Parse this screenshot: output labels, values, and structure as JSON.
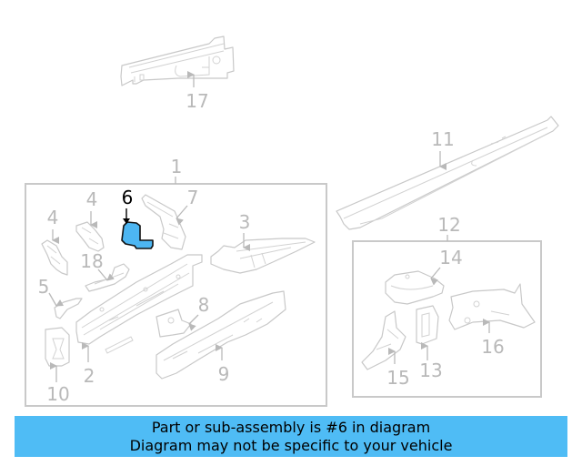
{
  "diagram": {
    "highlighted_part": "6",
    "colors": {
      "highlight_fill": "#4db6f2",
      "line_gray": "#c8c8c8",
      "callout_gray": "#b9b9b9",
      "banner_bg": "#4fbcf5"
    },
    "group_boxes": [
      {
        "label": "1",
        "contains": [
          "2",
          "3",
          "4",
          "4",
          "5",
          "6",
          "7",
          "8",
          "9",
          "10",
          "18"
        ]
      },
      {
        "label": "12",
        "contains": [
          "13",
          "14",
          "15",
          "16"
        ]
      }
    ],
    "callouts": {
      "c1": "1",
      "c2": "2",
      "c3": "3",
      "c4a": "4",
      "c4b": "4",
      "c5": "5",
      "c6": "6",
      "c7": "7",
      "c8": "8",
      "c9": "9",
      "c10": "10",
      "c11": "11",
      "c12": "12",
      "c13": "13",
      "c14": "14",
      "c15": "15",
      "c16": "16",
      "c17": "17",
      "c18": "18"
    }
  },
  "banner": {
    "line1": "Part or sub-assembly is #6 in diagram",
    "line2": "Diagram may not be specific to your vehicle"
  }
}
